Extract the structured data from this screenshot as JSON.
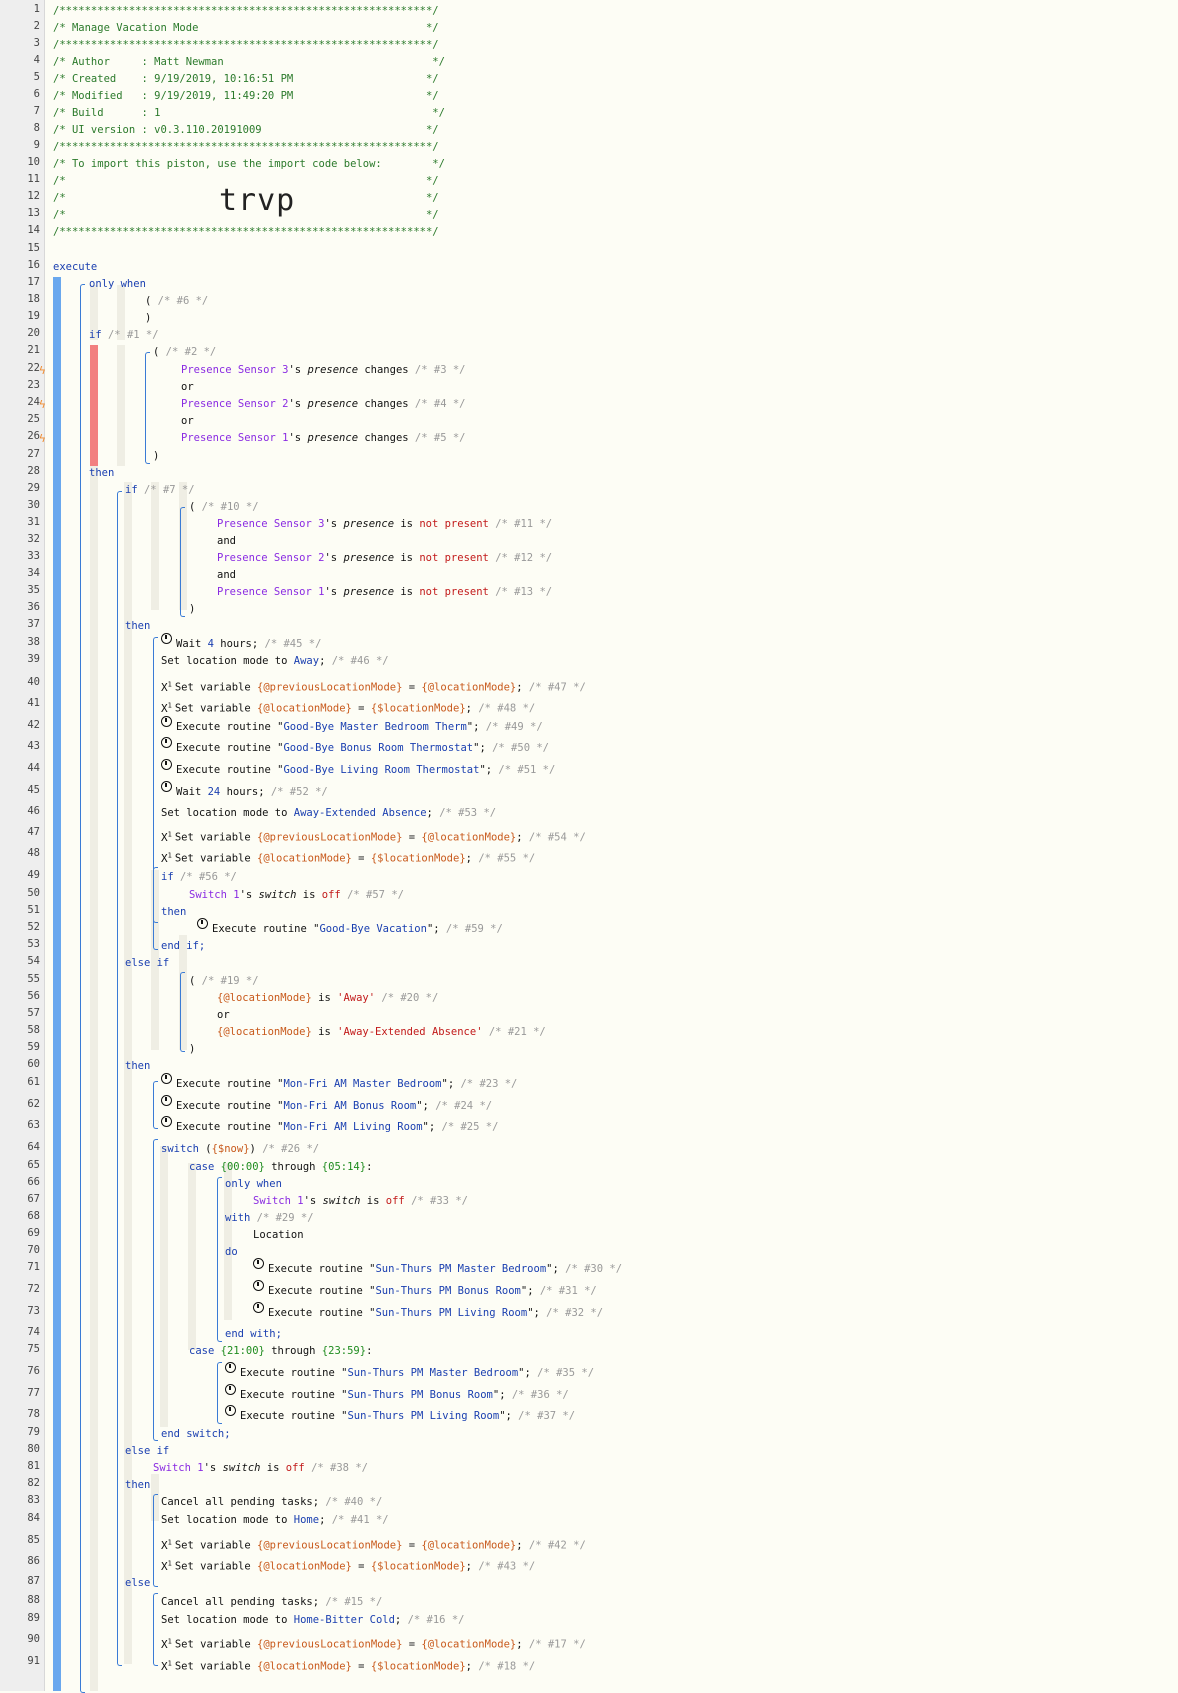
{
  "header": {
    "border": "/***********************************************************/",
    "title": "/* Manage Vacation Mode                                    */",
    "author": "/* Author     : Matt Newman                                 */",
    "created": "/* Created    : 9/19/2019, 10:16:51 PM                     */",
    "modified": "/* Modified   : 9/19/2019, 11:49:20 PM                     */",
    "build": "/* Build      : 1                                           */",
    "ui_version": "/* UI version : v0.3.110.20191009                          */",
    "import_note": "/* To import this piston, use the import code below:        */",
    "blank": "/*                                                         */",
    "import_code": "trvp"
  },
  "colors": {
    "accent": "#6aa8ee",
    "trigger": "#f28080",
    "device": "#8a2be2",
    "variable": "#c8591b",
    "string": "#1a3fb0",
    "comment": "#999999"
  }
}
